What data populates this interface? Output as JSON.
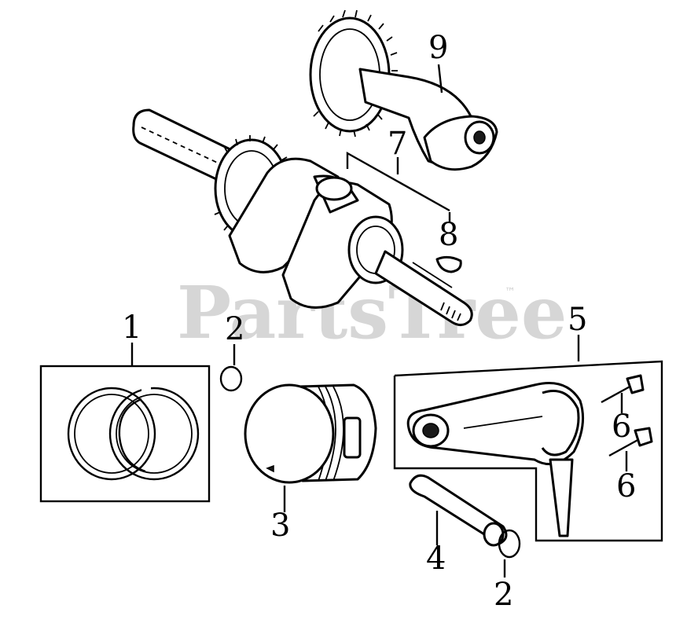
{
  "watermark": {
    "text": "PartsTree",
    "trademark": "™"
  },
  "callouts": {
    "piston_ring_set": "1",
    "clip_top": "2",
    "clip_bottom": "2",
    "piston": "3",
    "piston_pin": "4",
    "connecting_rod": "5",
    "rod_bolt_top": "6",
    "rod_bolt_bottom": "6",
    "crankshaft": "7",
    "woodruff_key": "8",
    "camshaft": "9"
  }
}
